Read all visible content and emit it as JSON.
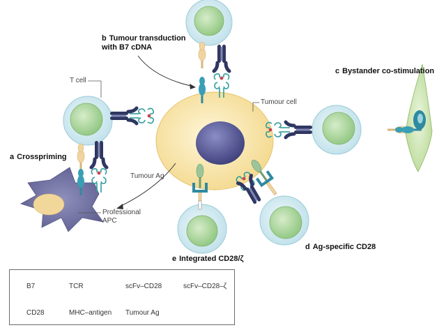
{
  "panels": {
    "a": {
      "letter": "a",
      "title": "Crosspriming"
    },
    "b": {
      "letter": "b",
      "title_line1": "Tumour transduction",
      "title_line2": "with B7 cDNA"
    },
    "c": {
      "letter": "c",
      "title": "Bystander co-stimulation"
    },
    "d": {
      "letter": "d",
      "title": "Ag-specific CD28"
    },
    "e": {
      "letter": "e",
      "title": "Integrated CD28/ζ"
    }
  },
  "labels": {
    "t_cell": "T cell",
    "tumour_cell": "Tumour cell",
    "tumour_ag": "Tumour Ag",
    "professional_apc_line1": "Professional",
    "professional_apc_line2": "APC"
  },
  "legend": {
    "b7": "B7",
    "tcr": "TCR",
    "scfv_cd28": "scFv–CD28",
    "scfv_cd28_zeta": "scFv–CD28–ζ",
    "cd28": "CD28",
    "mhc_antigen": "MHC–antigen",
    "tumour_ag": "Tumour Ag"
  },
  "colors": {
    "tumour_cell": "#f5dfa0",
    "tumour_nucleus": "#4e4f8f",
    "t_cell_body": "#cde7ee",
    "t_cell_nucleus": "#a8d49a",
    "apc": "#6e6f9c",
    "apc_nucleus": "#f2d79a",
    "stromal": "#cfe6b4",
    "b7": "#3a9fb5",
    "tcr": "#2f3761",
    "cd28": "#f1d4a0",
    "tumour_ag": "#9cc59a"
  }
}
